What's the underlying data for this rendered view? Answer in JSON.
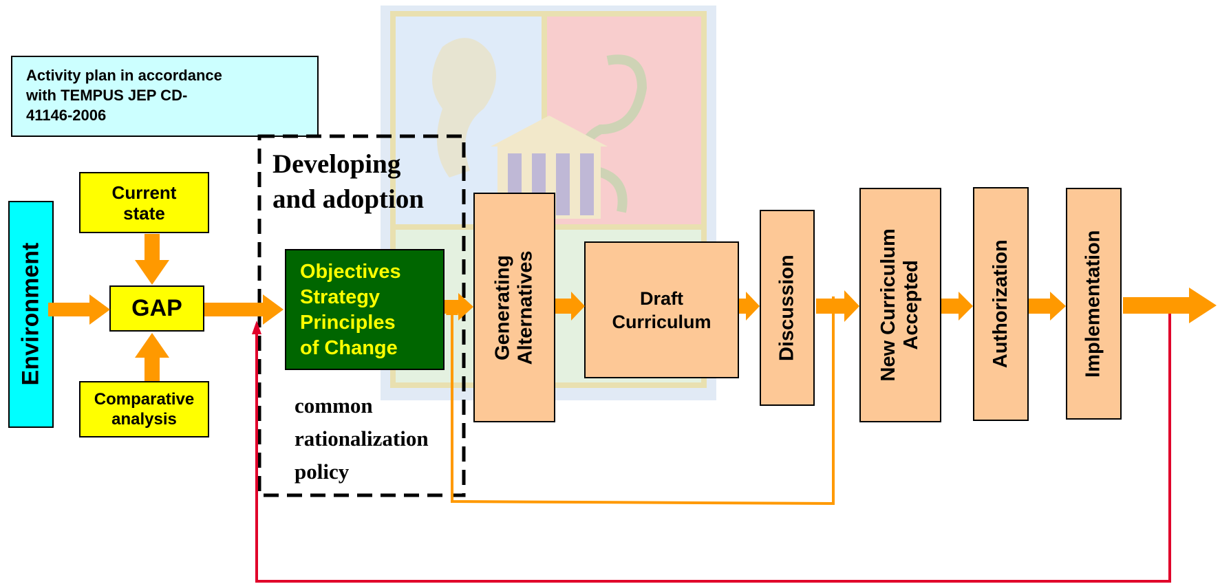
{
  "plan_note": {
    "lines": [
      "Activity plan in accordance",
      "with TEMPUS JEP CD-",
      "41146-2006"
    ]
  },
  "environment": {
    "label": "Environment"
  },
  "current_state": {
    "lines": [
      "Current",
      "state"
    ]
  },
  "gap": {
    "label": "GAP"
  },
  "comparative": {
    "lines": [
      "Comparative",
      "analysis"
    ]
  },
  "developing": {
    "lines": [
      "Developing",
      "and adoption"
    ]
  },
  "objectives": {
    "lines": [
      "Objectives",
      "Strategy",
      "Principles",
      "of Change"
    ]
  },
  "rationalization": {
    "lines": [
      "common",
      "rationalization",
      "policy"
    ]
  },
  "generating": {
    "lines": [
      "Generating",
      "Alternatives"
    ]
  },
  "draft": {
    "lines": [
      "Draft",
      "Curriculum"
    ]
  },
  "discussion": {
    "label": "Discussion"
  },
  "new_curriculum": {
    "lines": [
      "New Curriculum",
      "Accepted"
    ]
  },
  "authorization": {
    "label": "Authorization"
  },
  "implementation": {
    "label": "Implementation"
  },
  "colors": {
    "arrow": "#ff9900",
    "feedback_red": "#e0002a",
    "feedback_orange": "#ff9900",
    "peach": "#fdc896",
    "yellow": "#ffff00",
    "cyan": "#00ffff",
    "green": "#006600",
    "note_bg": "#ccffff"
  }
}
